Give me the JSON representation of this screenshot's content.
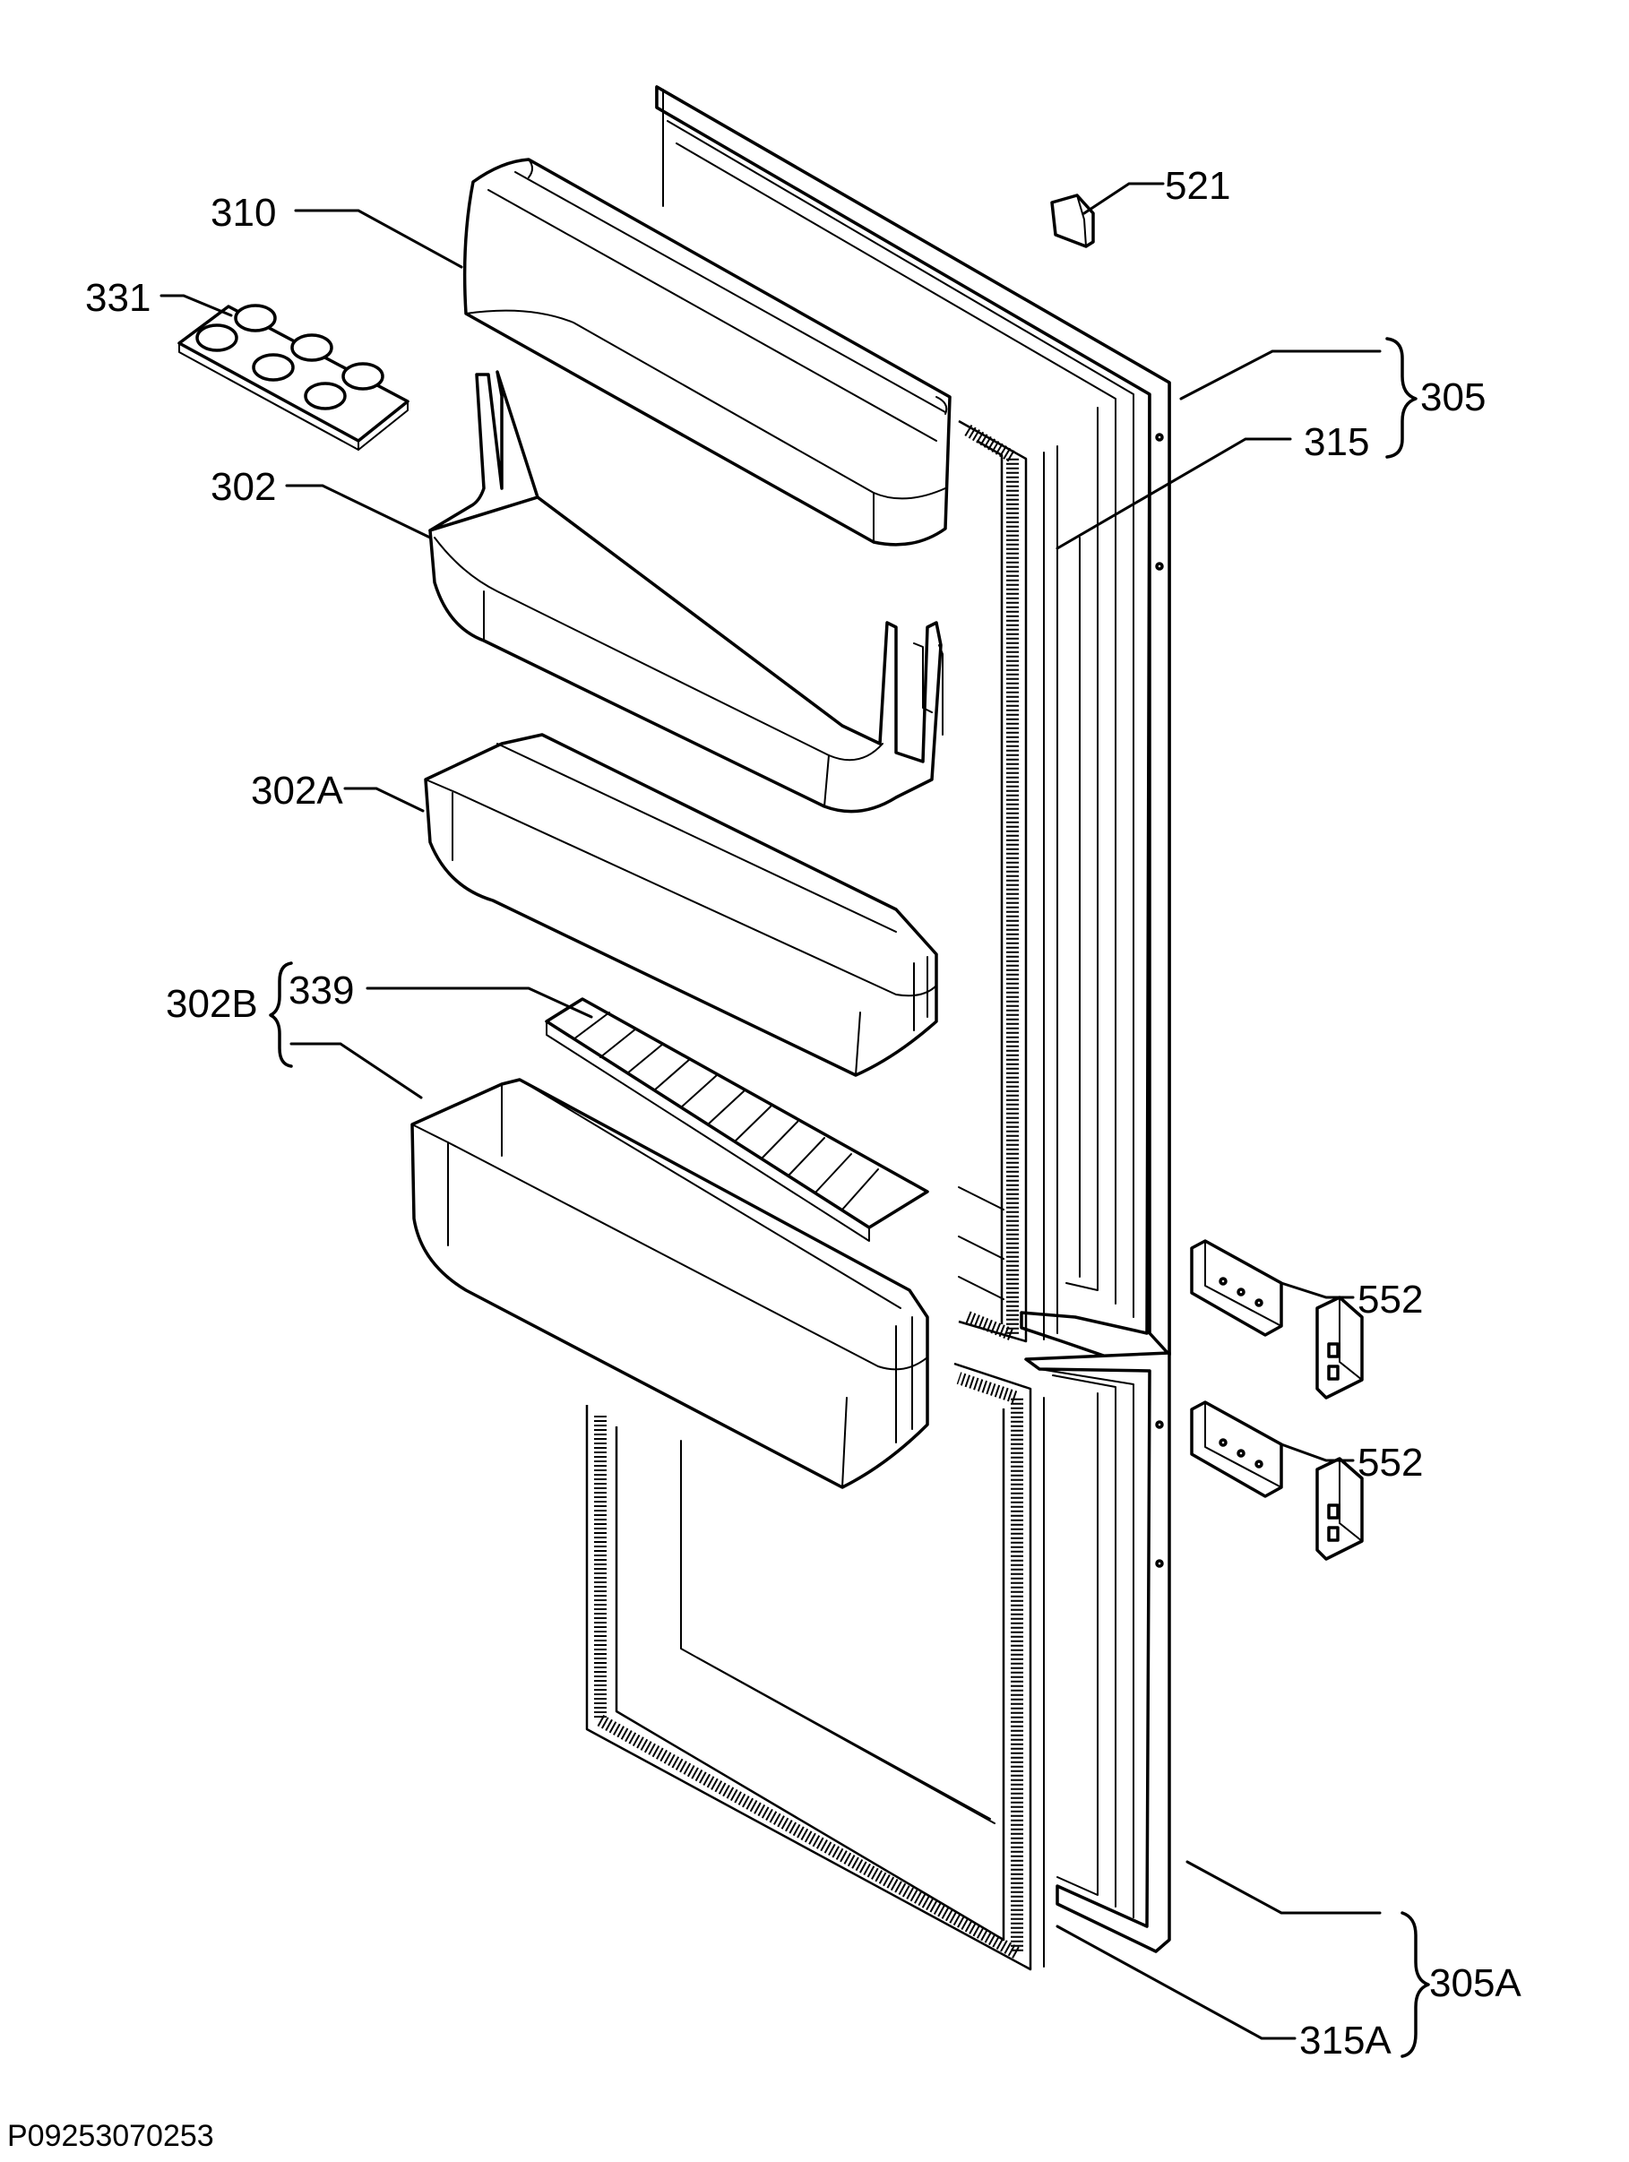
{
  "labels": {
    "l310": "310",
    "l331": "331",
    "l302": "302",
    "l302a": "302A",
    "l302b": "302B",
    "l339": "339",
    "l521": "521",
    "l305": "305",
    "l315": "315",
    "l552_top": "552",
    "l552_bottom": "552",
    "l305a": "305A",
    "l315a": "315A"
  },
  "drawing_code": "P09253070253"
}
